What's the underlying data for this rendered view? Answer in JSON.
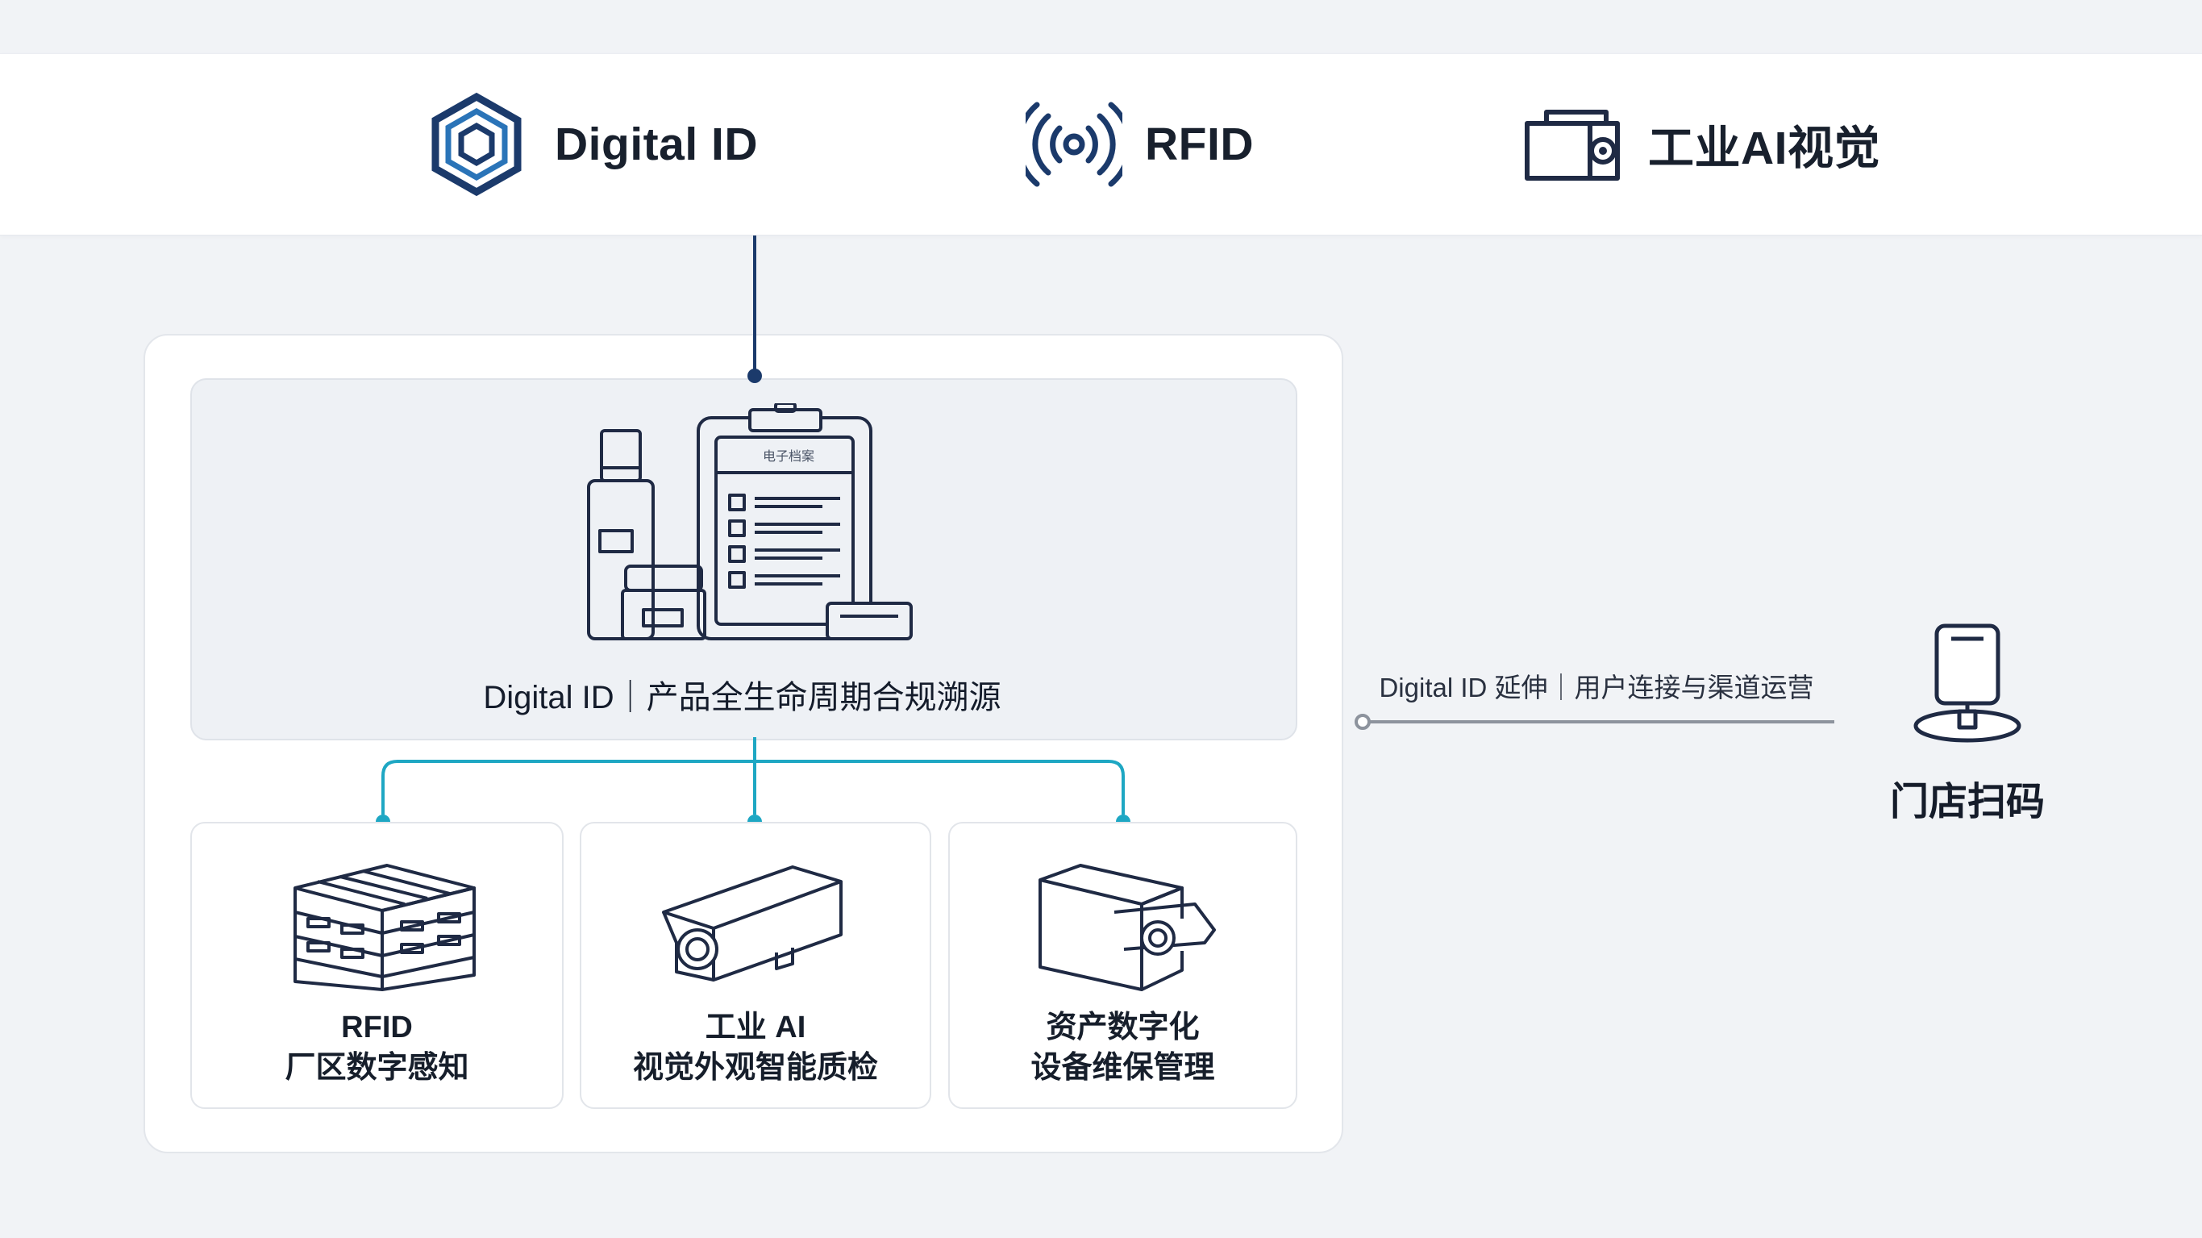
{
  "header": {
    "items": [
      {
        "label": "Digital ID",
        "icon": "hexagon-icon"
      },
      {
        "label": "RFID",
        "icon": "rfid-signal-icon"
      },
      {
        "label": "工业AI视觉",
        "icon": "camera-icon"
      }
    ]
  },
  "main": {
    "top_card": {
      "form_label": "电子档案",
      "caption": "Digital ID｜产品全生命周期合规溯源"
    },
    "cards": [
      {
        "line1": "RFID",
        "line2": "厂区数字感知",
        "icon": "pallet-stack-icon"
      },
      {
        "line1": "工业 AI",
        "line2": "视觉外观智能质检",
        "icon": "industrial-camera-icon"
      },
      {
        "line1": "资产数字化",
        "line2": "设备维保管理",
        "icon": "security-camera-icon"
      }
    ]
  },
  "side": {
    "link_label": "Digital ID 延伸｜用户连接与渠道运营",
    "store_label": "门店扫码",
    "icon": "scan-terminal-icon"
  },
  "colors": {
    "navy": "#1b3a6b",
    "teal": "#1ea7c3",
    "icon_stroke": "#1f2a44",
    "header_bg": "#ffffff",
    "page_bg": "#f1f3f6"
  }
}
